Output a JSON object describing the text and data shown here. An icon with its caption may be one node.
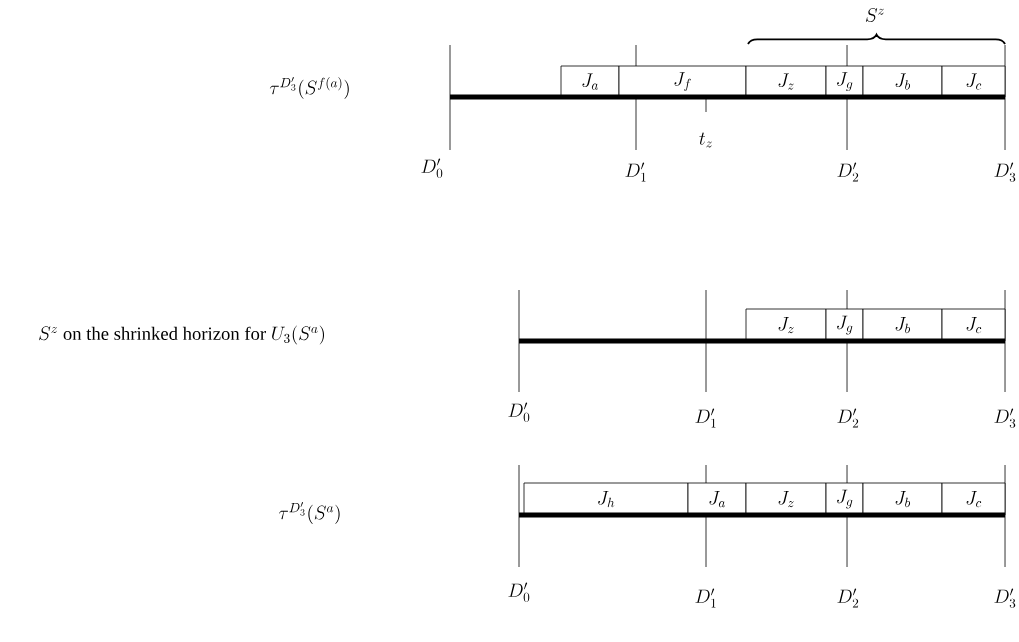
{
  "diagram": {
    "nodes": [
      {
        "text": [
          "J_a"
        ]
      },
      {
        "text": [
          "J_f"
        ]
      },
      {
        "text": [
          "J_z"
        ]
      },
      {
        "text": [
          "J_g"
        ]
      },
      {
        "text": [
          "J_b"
        ]
      },
      {
        "text": [
          "J_c"
        ]
      },
      {
        "text": [
          "J_z"
        ]
      },
      {
        "text": [
          "J_g"
        ]
      },
      {
        "text": [
          "J_b"
        ]
      },
      {
        "text": [
          "J_c"
        ]
      },
      {
        "text": [
          "J_h"
        ]
      },
      {
        "text": [
          "J_a"
        ]
      },
      {
        "text": [
          "J_z"
        ]
      },
      {
        "text": [
          "J_g"
        ]
      },
      {
        "text": [
          "J_b"
        ]
      },
      {
        "text": [
          "J_c"
        ]
      }
    ],
    "labels": [
      "S^z",
      "\\tau^{D'_3}(S^{f(a)})",
      "t_z",
      "D'_0",
      "D'_1",
      "D'_2",
      "D'_3",
      "S^z \\mbox{ on the shrinked horizon for } U_3(S^a)",
      "D'_0",
      "D'_1",
      "D'_2",
      "D'_3",
      "\\tau^{D'_3}(S^a)",
      "D'_0",
      "D'_1",
      "D'_2",
      "D'_3"
    ]
  }
}
